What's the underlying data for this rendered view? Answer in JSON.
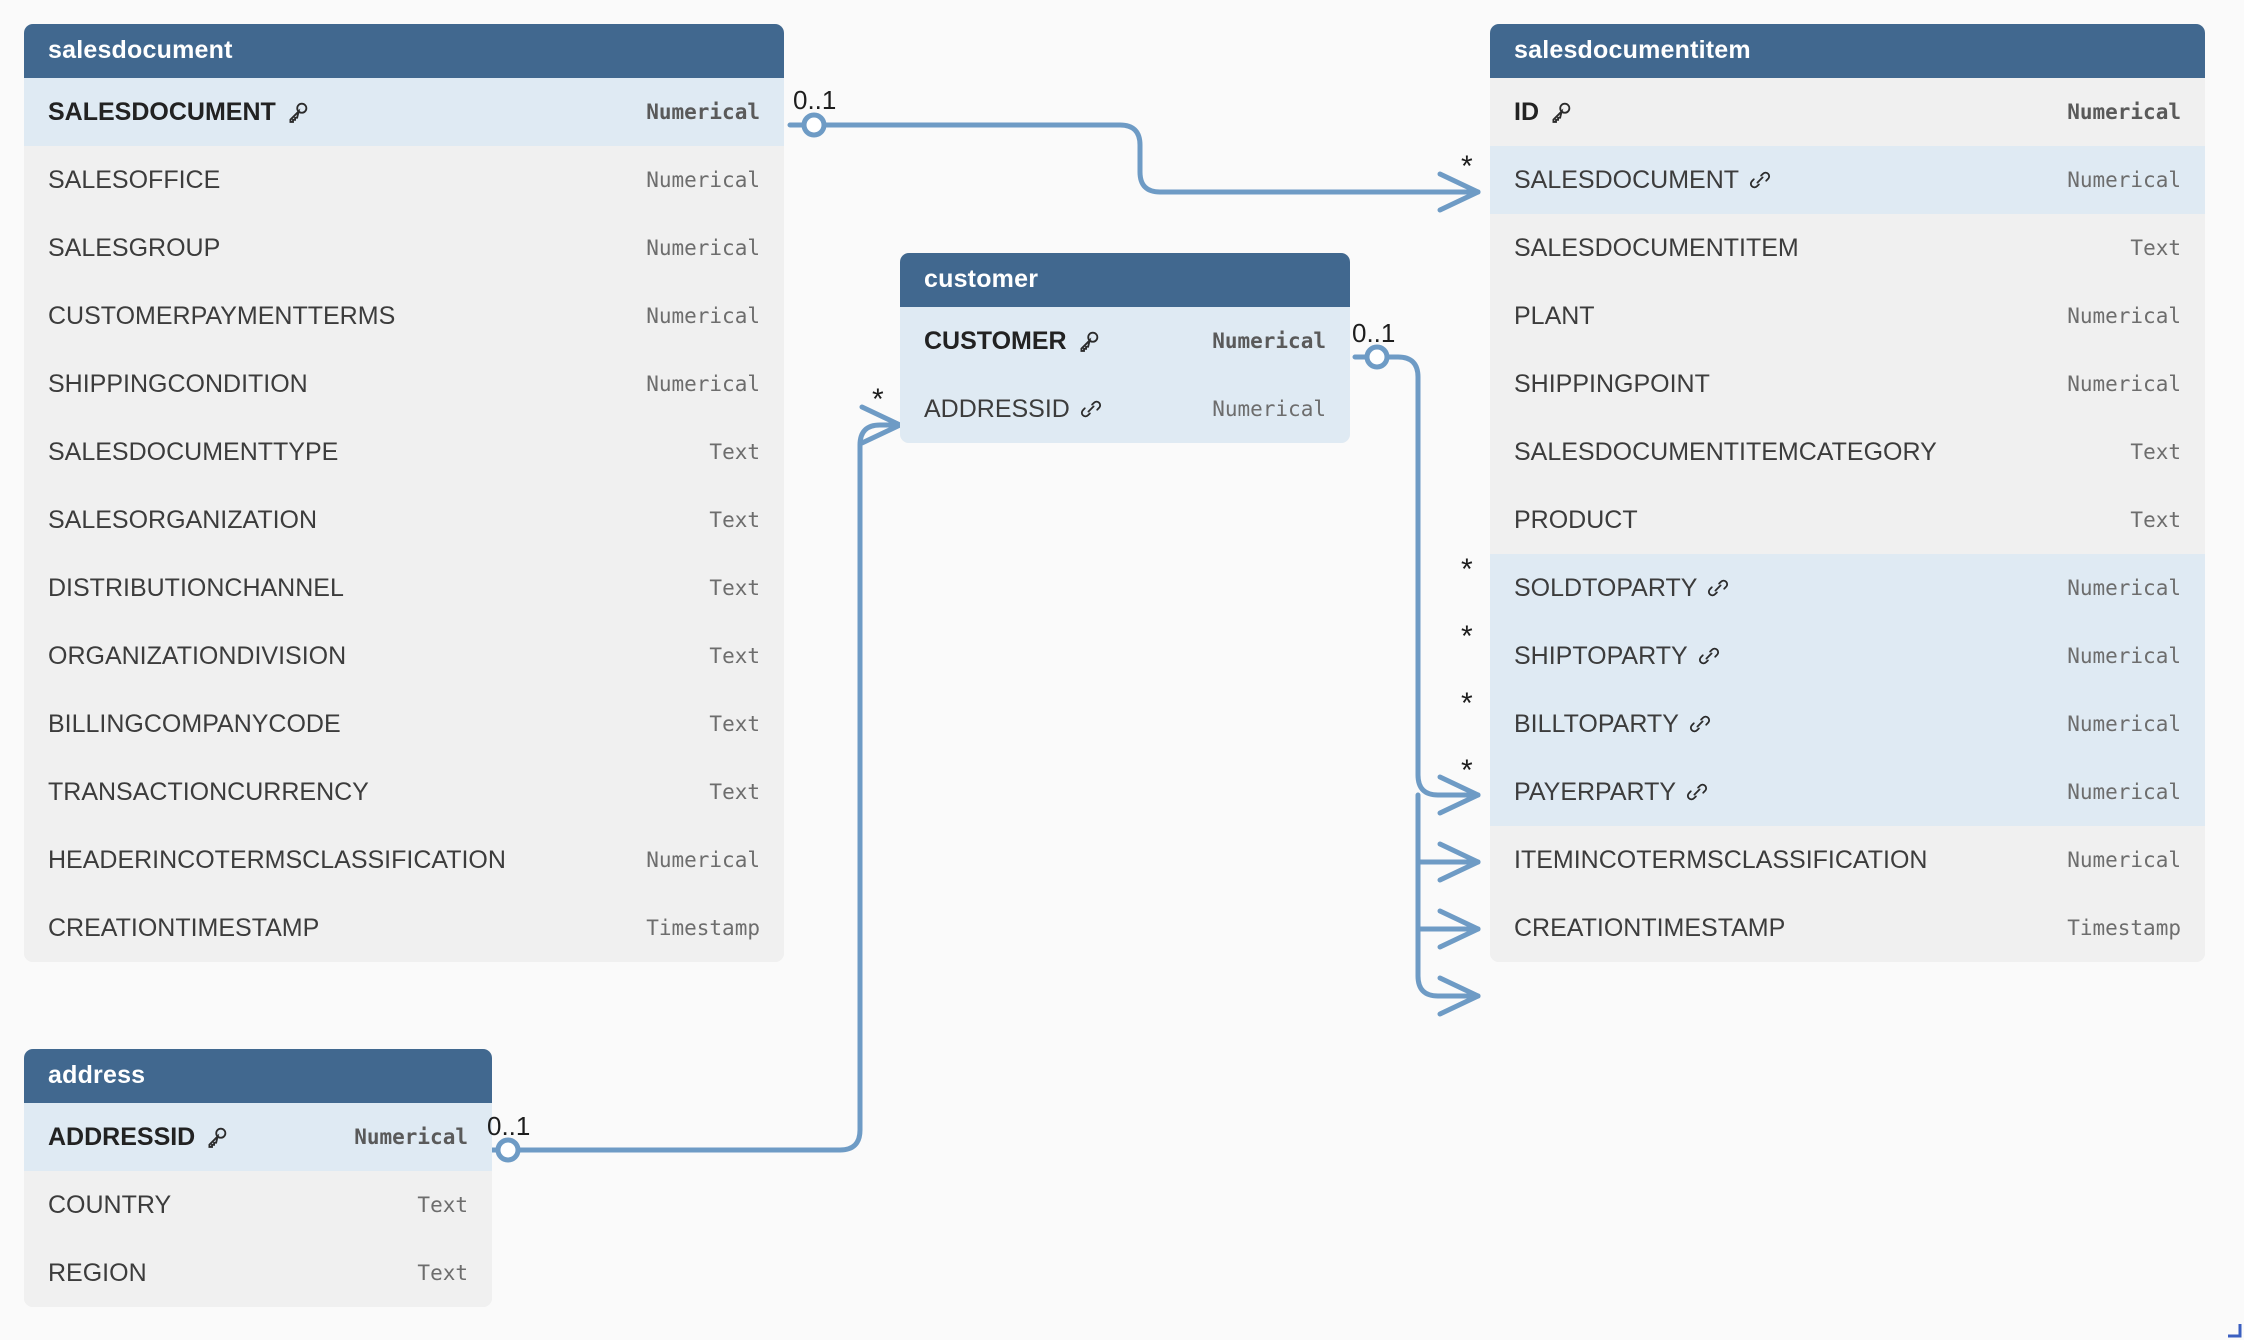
{
  "diagram": {
    "type": "entity-relationship-diagram",
    "background_color": "#fafafa",
    "header_color": "#41688f",
    "row_color": "#f0f0f0",
    "row_highlight_color": "#dfeaf3",
    "connector_color": "#6e9bc5"
  },
  "entities": [
    {
      "id": "salesdocument",
      "title": "salesdocument",
      "fields": [
        {
          "name": "SALESDOCUMENT",
          "type": "Numerical",
          "key": "primary",
          "icon": "key-icon",
          "highlight": true
        },
        {
          "name": "SALESOFFICE",
          "type": "Numerical",
          "key": "none",
          "icon": "",
          "highlight": false
        },
        {
          "name": "SALESGROUP",
          "type": "Numerical",
          "key": "none",
          "icon": "",
          "highlight": false
        },
        {
          "name": "CUSTOMERPAYMENTTERMS",
          "type": "Numerical",
          "key": "none",
          "icon": "",
          "highlight": false
        },
        {
          "name": "SHIPPINGCONDITION",
          "type": "Numerical",
          "key": "none",
          "icon": "",
          "highlight": false
        },
        {
          "name": "SALESDOCUMENTTYPE",
          "type": "Text",
          "key": "none",
          "icon": "",
          "highlight": false
        },
        {
          "name": "SALESORGANIZATION",
          "type": "Text",
          "key": "none",
          "icon": "",
          "highlight": false
        },
        {
          "name": "DISTRIBUTIONCHANNEL",
          "type": "Text",
          "key": "none",
          "icon": "",
          "highlight": false
        },
        {
          "name": "ORGANIZATIONDIVISION",
          "type": "Text",
          "key": "none",
          "icon": "",
          "highlight": false
        },
        {
          "name": "BILLINGCOMPANYCODE",
          "type": "Text",
          "key": "none",
          "icon": "",
          "highlight": false
        },
        {
          "name": "TRANSACTIONCURRENCY",
          "type": "Text",
          "key": "none",
          "icon": "",
          "highlight": false
        },
        {
          "name": "HEADERINCOTERMSCLASSIFICATION",
          "type": "Numerical",
          "key": "none",
          "icon": "",
          "highlight": false
        },
        {
          "name": "CREATIONTIMESTAMP",
          "type": "Timestamp",
          "key": "none",
          "icon": "",
          "highlight": false
        }
      ]
    },
    {
      "id": "customer",
      "title": "customer",
      "fields": [
        {
          "name": "CUSTOMER",
          "type": "Numerical",
          "key": "primary",
          "icon": "key-icon",
          "highlight": true
        },
        {
          "name": "ADDRESSID",
          "type": "Numerical",
          "key": "foreign",
          "icon": "link-icon",
          "highlight": true
        }
      ]
    },
    {
      "id": "salesdocumentitem",
      "title": "salesdocumentitem",
      "fields": [
        {
          "name": "ID",
          "type": "Numerical",
          "key": "primary",
          "icon": "key-icon",
          "highlight": false
        },
        {
          "name": "SALESDOCUMENT",
          "type": "Numerical",
          "key": "foreign",
          "icon": "link-icon",
          "highlight": true
        },
        {
          "name": "SALESDOCUMENTITEM",
          "type": "Text",
          "key": "none",
          "icon": "",
          "highlight": false
        },
        {
          "name": "PLANT",
          "type": "Numerical",
          "key": "none",
          "icon": "",
          "highlight": false
        },
        {
          "name": "SHIPPINGPOINT",
          "type": "Numerical",
          "key": "none",
          "icon": "",
          "highlight": false
        },
        {
          "name": "SALESDOCUMENTITEMCATEGORY",
          "type": "Text",
          "key": "none",
          "icon": "",
          "highlight": false
        },
        {
          "name": "PRODUCT",
          "type": "Text",
          "key": "none",
          "icon": "",
          "highlight": false
        },
        {
          "name": "SOLDTOPARTY",
          "type": "Numerical",
          "key": "foreign",
          "icon": "link-icon",
          "highlight": true
        },
        {
          "name": "SHIPTOPARTY",
          "type": "Numerical",
          "key": "foreign",
          "icon": "link-icon",
          "highlight": true
        },
        {
          "name": "BILLTOPARTY",
          "type": "Numerical",
          "key": "foreign",
          "icon": "link-icon",
          "highlight": true
        },
        {
          "name": "PAYERPARTY",
          "type": "Numerical",
          "key": "foreign",
          "icon": "link-icon",
          "highlight": true
        },
        {
          "name": "ITEMINCOTERMSCLASSIFICATION",
          "type": "Numerical",
          "key": "none",
          "icon": "",
          "highlight": false
        },
        {
          "name": "CREATIONTIMESTAMP",
          "type": "Timestamp",
          "key": "none",
          "icon": "",
          "highlight": false
        }
      ]
    },
    {
      "id": "address",
      "title": "address",
      "fields": [
        {
          "name": "ADDRESSID",
          "type": "Numerical",
          "key": "primary",
          "icon": "key-icon",
          "highlight": true
        },
        {
          "name": "COUNTRY",
          "type": "Text",
          "key": "none",
          "icon": "",
          "highlight": false
        },
        {
          "name": "REGION",
          "type": "Text",
          "key": "none",
          "icon": "",
          "highlight": false
        }
      ]
    }
  ],
  "relationships": [
    {
      "id": "sd-sdi",
      "from_entity": "salesdocument",
      "from_field": "SALESDOCUMENT",
      "from_cardinality": "0..1",
      "to_entity": "salesdocumentitem",
      "to_field": "SALESDOCUMENT",
      "to_cardinality": "*"
    },
    {
      "id": "cust-sold",
      "from_entity": "customer",
      "from_field": "CUSTOMER",
      "from_cardinality": "0..1",
      "to_entity": "salesdocumentitem",
      "to_field": "SOLDTOPARTY",
      "to_cardinality": "*"
    },
    {
      "id": "cust-ship",
      "from_entity": "customer",
      "from_field": "CUSTOMER",
      "from_cardinality": "",
      "to_entity": "salesdocumentitem",
      "to_field": "SHIPTOPARTY",
      "to_cardinality": "*"
    },
    {
      "id": "cust-bill",
      "from_entity": "customer",
      "from_field": "CUSTOMER",
      "from_cardinality": "",
      "to_entity": "salesdocumentitem",
      "to_field": "BILLTOPARTY",
      "to_cardinality": "*"
    },
    {
      "id": "cust-payer",
      "from_entity": "customer",
      "from_field": "CUSTOMER",
      "from_cardinality": "",
      "to_entity": "salesdocumentitem",
      "to_field": "PAYERPARTY",
      "to_cardinality": "*"
    },
    {
      "id": "addr-cust",
      "from_entity": "address",
      "from_field": "ADDRESSID",
      "from_cardinality": "0..1",
      "to_entity": "customer",
      "to_field": "ADDRESSID",
      "to_cardinality": "*"
    }
  ],
  "cardinality_labels": {
    "sd_left": "0..1",
    "sdi_right": "*",
    "cust_right": "0..1",
    "soldto": "*",
    "shipto": "*",
    "billto": "*",
    "payer": "*",
    "addr_right": "0..1",
    "cust_left": "*"
  }
}
